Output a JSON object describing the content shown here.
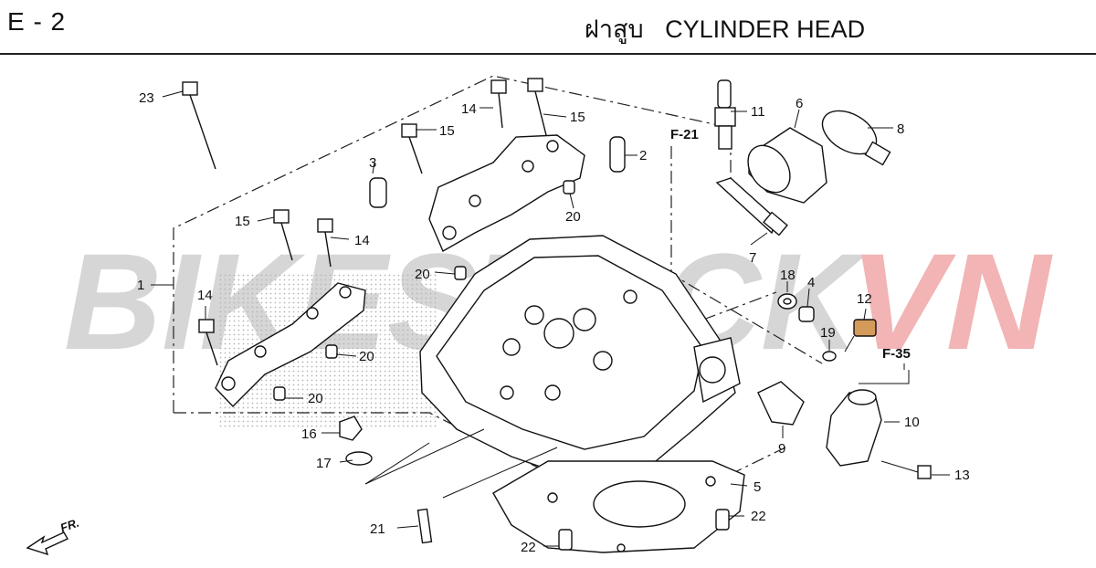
{
  "header": {
    "page_code": "E - 2",
    "title_thai": "ฝาสูบ",
    "title_en": "CYLINDER HEAD"
  },
  "watermark": {
    "text_main": "BIKESTOCK",
    "text_accent": "VN",
    "accent_color": "#e06060"
  },
  "references": {
    "f21": "F-21",
    "f35": "F-35"
  },
  "front_marker": "FR.",
  "callouts": {
    "c1": "1",
    "c2": "2",
    "c3": "3",
    "c4": "4",
    "c5": "5",
    "c6": "6",
    "c7": "7",
    "c8": "8",
    "c9": "9",
    "c10": "10",
    "c11": "11",
    "c12": "12",
    "c13": "13",
    "c14a": "14",
    "c14b": "14",
    "c14c": "14",
    "c15a": "15",
    "c15b": "15",
    "c15c": "15",
    "c16": "16",
    "c17": "17",
    "c18": "18",
    "c19": "19",
    "c20a": "20",
    "c20b": "20",
    "c20c": "20",
    "c20d": "20",
    "c21": "21",
    "c22a": "22",
    "c22b": "22",
    "c23": "23"
  },
  "colors": {
    "part_outline": "#111111",
    "highlight_part_12": "#d49a5a"
  }
}
